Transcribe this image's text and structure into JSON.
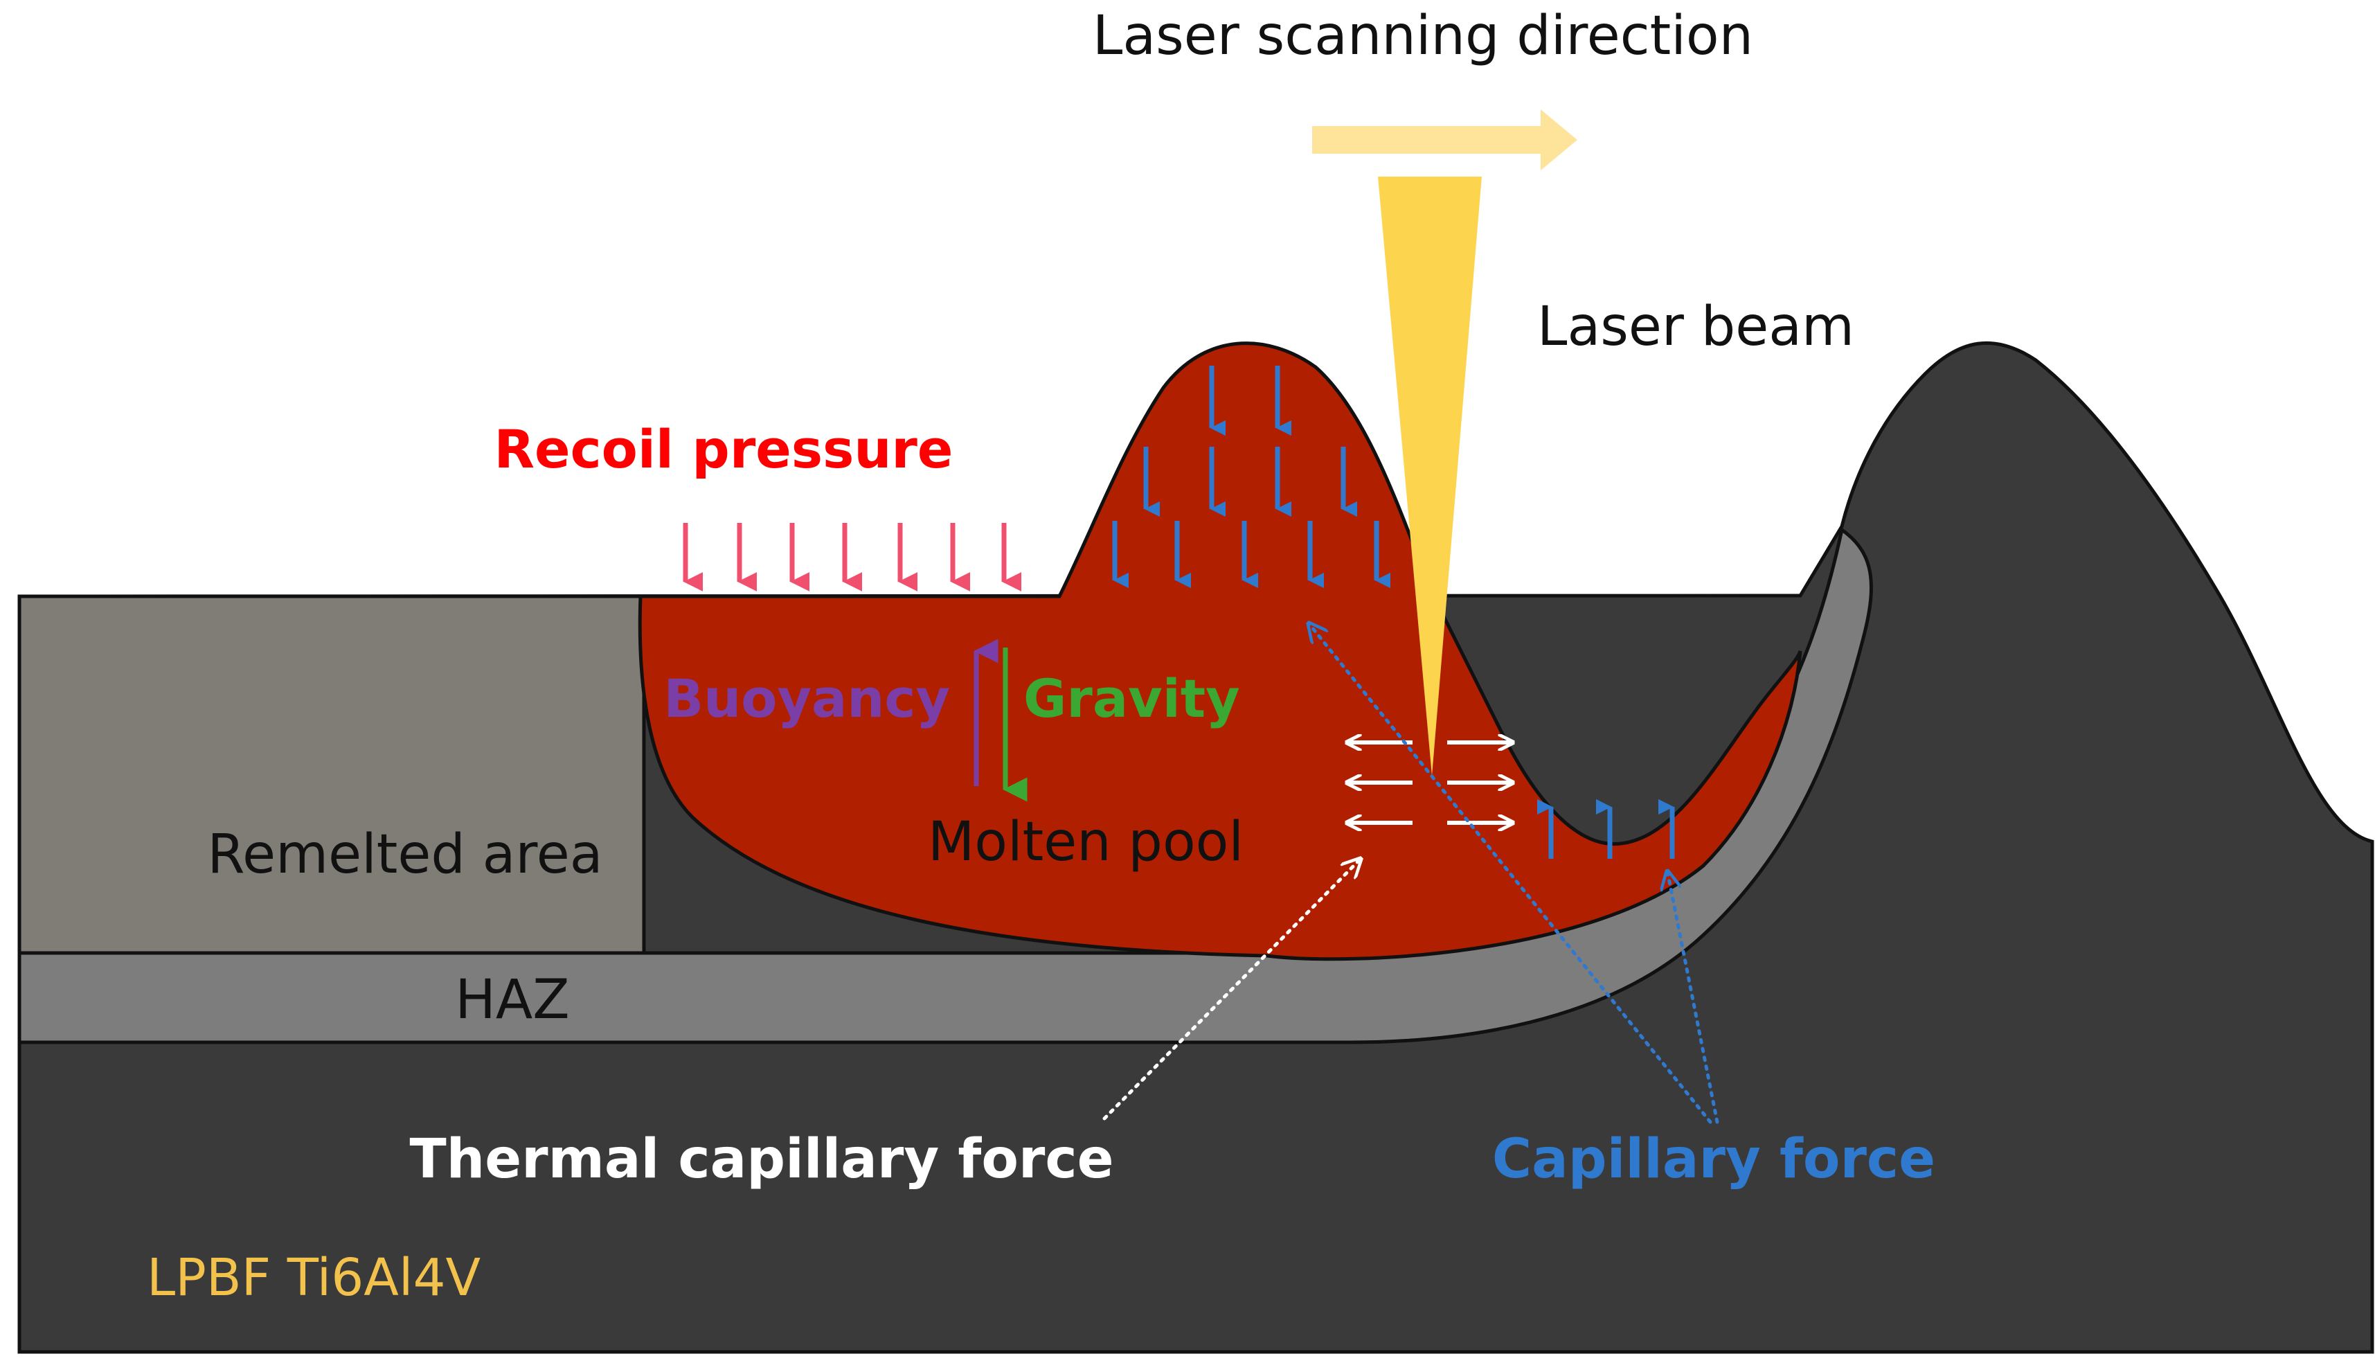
{
  "labels": {
    "scan_direction": "Laser scanning direction",
    "laser_beam": "Laser beam",
    "recoil_pressure": "Recoil pressure",
    "buoyancy": "Buoyancy",
    "gravity": "Gravity",
    "molten_pool": "Molten pool",
    "remelted_area": "Remelted area",
    "haz": "HAZ",
    "thermal_capillary_force": "Thermal capillary force",
    "capillary_force": "Capillary force",
    "material": "LPBF Ti6Al4V"
  },
  "colors": {
    "background": "#ffffff",
    "substrate": "#3a3a3a",
    "haz": "#7d7d7d",
    "remelted": "#807c76",
    "molten_pool": "#b02000",
    "laser": "#fdd44e",
    "scan_arrow": "#fee39a",
    "recoil_arrow": "#f0506e",
    "capillary_arrow": "#2f79cf",
    "buoyancy": "#7b3ea6",
    "gravity": "#3aa832",
    "recoil_text": "#ff0000",
    "capillary_text": "#2f79cf",
    "material_text": "#f2c24c"
  }
}
